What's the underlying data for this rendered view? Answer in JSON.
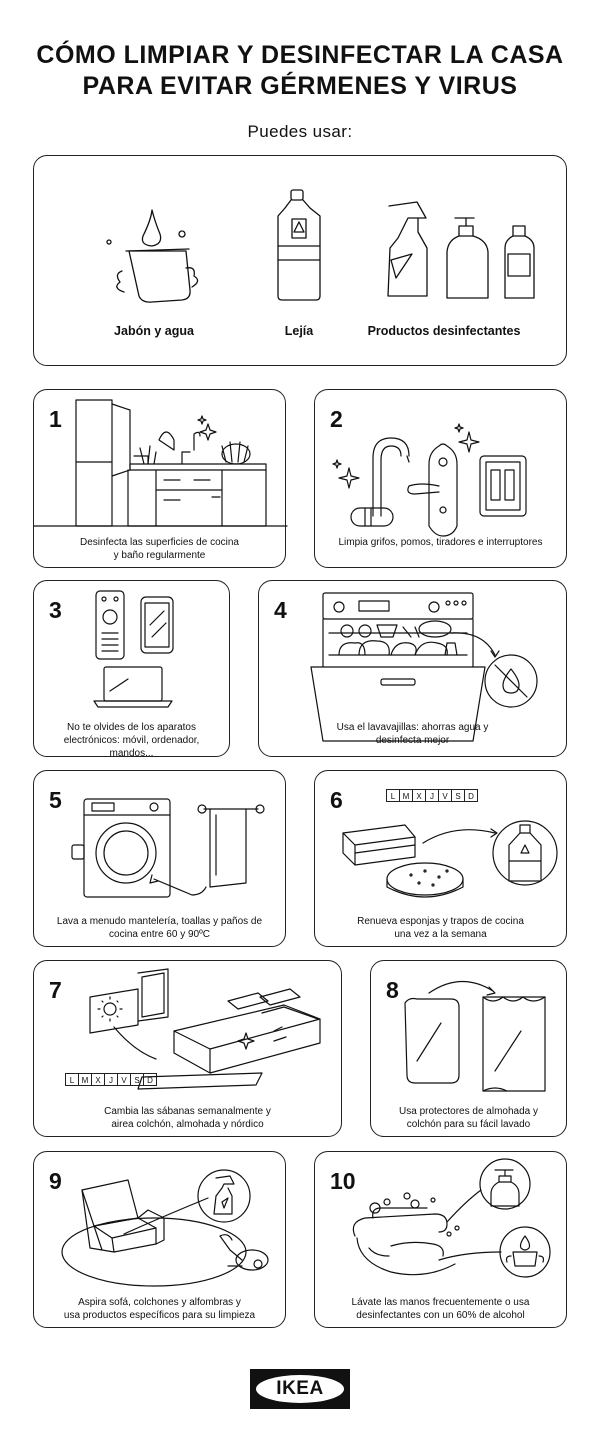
{
  "title_line1": "CÓMO LIMPIAR Y DESINFECTAR LA CASA",
  "title_line2": "PARA EVITAR GÉRMENES Y VIRUS",
  "subtitle": "Puedes usar:",
  "supplies": [
    {
      "label": "Jabón y agua",
      "icon": "soap-water-icon"
    },
    {
      "label": "Lejía",
      "icon": "bleach-bottle-icon"
    },
    {
      "label": "Productos desinfectantes",
      "icon": "disinfectant-bottles-icon"
    }
  ],
  "tips": [
    {
      "number": "1",
      "icon": "kitchen-icon",
      "line1": "Desinfecta las superficies de cocina",
      "line2": "y baño regularmente"
    },
    {
      "number": "2",
      "icon": "faucet-handle-switch-icon",
      "line1": "Limpia grifos, pomos, tiradores e interruptores",
      "line2": ""
    },
    {
      "number": "3",
      "icon": "devices-icon",
      "line1": "No te olvides de los aparatos",
      "line2": "electrónicos: móvil, ordenador, mandos..."
    },
    {
      "number": "4",
      "icon": "dishwasher-icon",
      "line1": "Usa el lavavajillas: ahorras agua y",
      "line2": "desinfecta mejor"
    },
    {
      "number": "5",
      "icon": "washing-machine-icon",
      "line1": "Lava a menudo mantelería, toallas y paños de",
      "line2": "cocina entre 60 y 90ºC"
    },
    {
      "number": "6",
      "icon": "sponges-icon",
      "line1": "Renueva esponjas y trapos de cocina",
      "line2": "una vez a la semana"
    },
    {
      "number": "7",
      "icon": "bed-icon",
      "line1": "Cambia las sábanas semanalmente y",
      "line2": "airea colchón, almohada y nórdico"
    },
    {
      "number": "8",
      "icon": "pillow-protector-icon",
      "line1": "Usa protectores de almohada y",
      "line2": "colchón para su fácil lavado"
    },
    {
      "number": "9",
      "icon": "sofa-vacuum-icon",
      "line1": "Aspira sofá, colchones y alfombras y",
      "line2": "usa productos específicos para su limpieza"
    },
    {
      "number": "10",
      "icon": "hand-washing-icon",
      "line1": "Lávate las manos frecuentemente o usa",
      "line2": "desinfectantes con un 60% de alcohol"
    }
  ],
  "weekdays": [
    "L",
    "M",
    "X",
    "J",
    "V",
    "S",
    "D"
  ],
  "logo": "IKEA",
  "colors": {
    "ink": "#111111",
    "background": "#ffffff"
  }
}
